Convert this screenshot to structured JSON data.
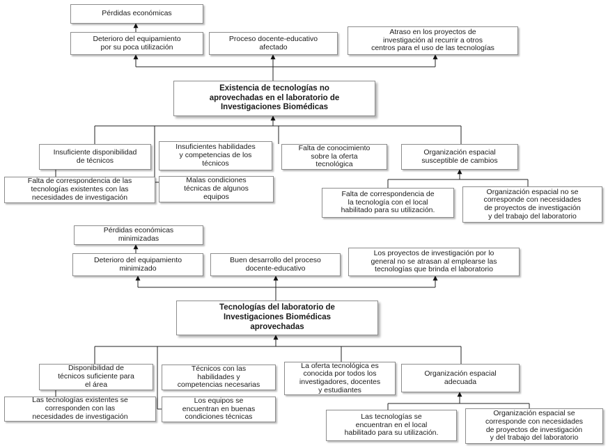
{
  "diagrams": [
    {
      "root": "Existencia de tecnologías no\naprovechadas en el laboratorio de\nInvestigaciones Biomédicas",
      "top_effect": "Pérdidas económicas",
      "effects": [
        "Deterioro del equipamiento\npor su poca utilización",
        "Proceso docente-educativo\nafectado",
        "Atraso en los proyectos de\ninvestigación al recurrir a otros\ncentros para el uso de las tecnologías"
      ],
      "causes": [
        "Insuficiente disponibilidad\nde técnicos",
        "Insuficientes habilidades\ny competencias de los\ntécnicos",
        "Falta de conocimiento\nsobre la oferta\ntecnológica",
        "Organización espacial\nsusceptible de cambios"
      ],
      "subcauses": [
        "Falta de correspondencia de las\ntecnologías existentes con las\nnecesidades de investigación",
        "Malas condiciones\ntécnicas de algunos\nequipos",
        "Falta de correspondencia de\nla tecnología con el local\nhabilitado para su utilización.",
        "Organización espacial no se\ncorresponde con necesidades\nde proyectos de investigación\ny del trabajo del laboratorio"
      ]
    },
    {
      "root": "Tecnologías del laboratorio de\nInvestigaciones Biomédicas\naprovechadas",
      "top_effect": "Pérdidas económicas\nminimizadas",
      "effects": [
        "Deterioro del equipamiento\nminimizado",
        "Buen desarrollo del proceso\ndocente-educativo",
        "Los proyectos de investigación por lo\ngeneral no se atrasan al emplearse las\ntecnologías que brinda el laboratorio"
      ],
      "causes": [
        "Disponibilidad de\ntécnicos suficiente para\nel área",
        "Técnicos con las\nhabilidades y\ncompetencias necesarias",
        "La oferta tecnológica es\nconocida por todos los\ninvestigadores, docentes\ny estudiantes",
        "Organización espacial\nadecuada"
      ],
      "subcauses": [
        "Las tecnologías existentes se\ncorresponden con las\nnecesidades de investigación",
        "Los equipos se\nencuentran en buenas\ncondiciones técnicas",
        "Las tecnologías se\nencuentran en el local\nhabilitado para su utilización.",
        "Organización espacial se\ncorresponde con necesidades\nde proyectos de investigación\ny del trabajo del laboratorio"
      ]
    }
  ]
}
